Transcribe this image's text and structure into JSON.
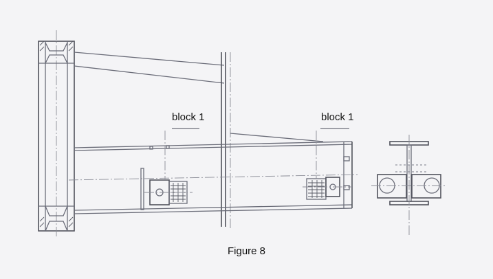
{
  "figure": {
    "caption": "Figure 8",
    "labels": {
      "left_block": "block 1",
      "right_block": "block 1"
    }
  },
  "colors": {
    "paper": "#f4f4f6",
    "line": "#6a6c78",
    "text": "#111111"
  }
}
